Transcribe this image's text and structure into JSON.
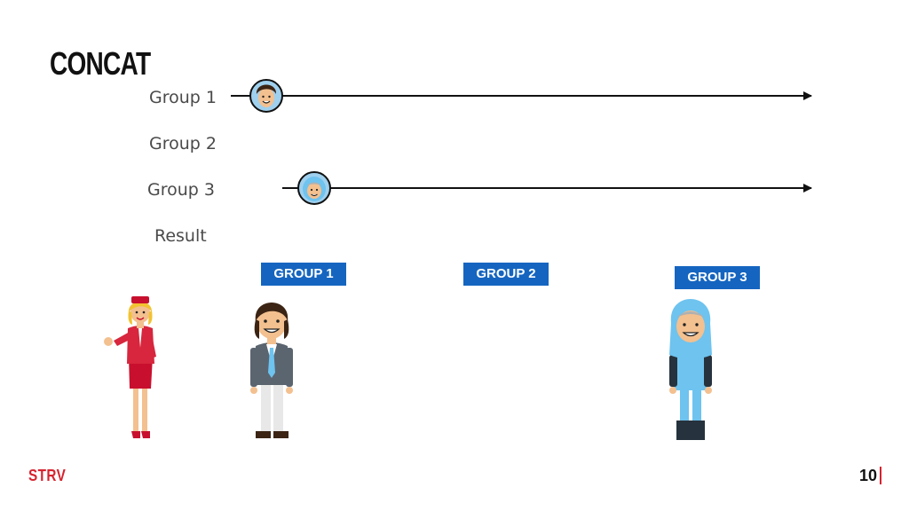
{
  "slide": {
    "title": "CONCAT",
    "brand": "STRV",
    "page_number": "10"
  },
  "timeline": {
    "rows": [
      {
        "label": "Group 1"
      },
      {
        "label": "Group 2"
      },
      {
        "label": "Group 3"
      },
      {
        "label": "Result"
      }
    ]
  },
  "groups": [
    {
      "label": "GROUP 1"
    },
    {
      "label": "GROUP 2"
    },
    {
      "label": "GROUP 3"
    }
  ],
  "colors": {
    "brand": "#d6232f",
    "tag": "#1565c0",
    "line": "#111111"
  }
}
